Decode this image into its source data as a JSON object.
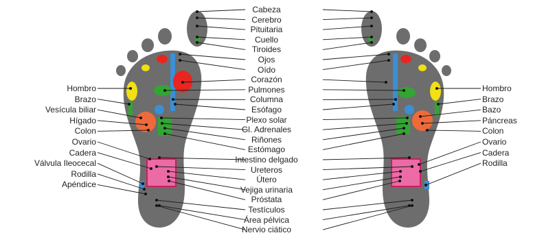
{
  "center_labels": [
    "Cabeza",
    "Cerebro",
    "Pituitaria",
    "Cuello",
    "Tiroides",
    "Ojos",
    "Oído",
    "Corazón",
    "Pulmones",
    "Columna",
    "Esófago",
    "Plexo solar",
    "Gl. Adrenales",
    "Riñones",
    "Estómago",
    "Intestino delgado",
    "Ureteros",
    "Útero",
    "Vejiga urinaria",
    "Próstata",
    "Testículos",
    "Área pélvica",
    "Nervio ciático"
  ],
  "left_labels": [
    "Hombro",
    "Brazo",
    "Vesícula biliar",
    "Hígado",
    "Colon",
    "Ovario",
    "Cadera",
    "Válvula Ileocecal",
    "Rodilla",
    "Apéndice"
  ],
  "right_labels": [
    "Hombro",
    "Brazo",
    "Bazo",
    "Páncreas",
    "Colon",
    "Ovario",
    "Cadera",
    "Rodilla"
  ],
  "colors": {
    "foot": "#6d6d6d",
    "red": "#e8251f",
    "green": "#33a533",
    "blue": "#3a8fd6",
    "yellow": "#f0e014",
    "orange": "#ef6a3a",
    "pink": "#ec6aa6",
    "magenta": "#c8205d",
    "line": "#1a1a1a"
  }
}
